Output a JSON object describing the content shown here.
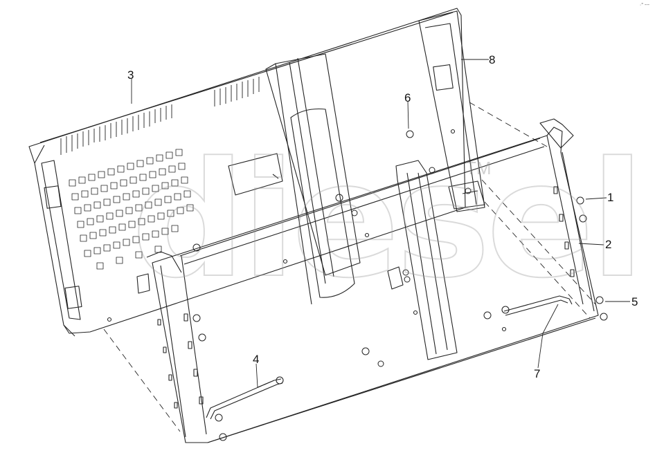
{
  "callouts": [
    {
      "label": "1"
    },
    {
      "label": "2"
    },
    {
      "label": "3"
    },
    {
      "label": "4"
    },
    {
      "label": "5"
    },
    {
      "label": "6"
    },
    {
      "label": "7"
    },
    {
      "label": "8"
    }
  ],
  "watermark": {
    "text": "diesel",
    "tm": "TM"
  },
  "corner_mark": "·° ---",
  "colors": {
    "line": "#222222",
    "watermark": "#969696"
  }
}
